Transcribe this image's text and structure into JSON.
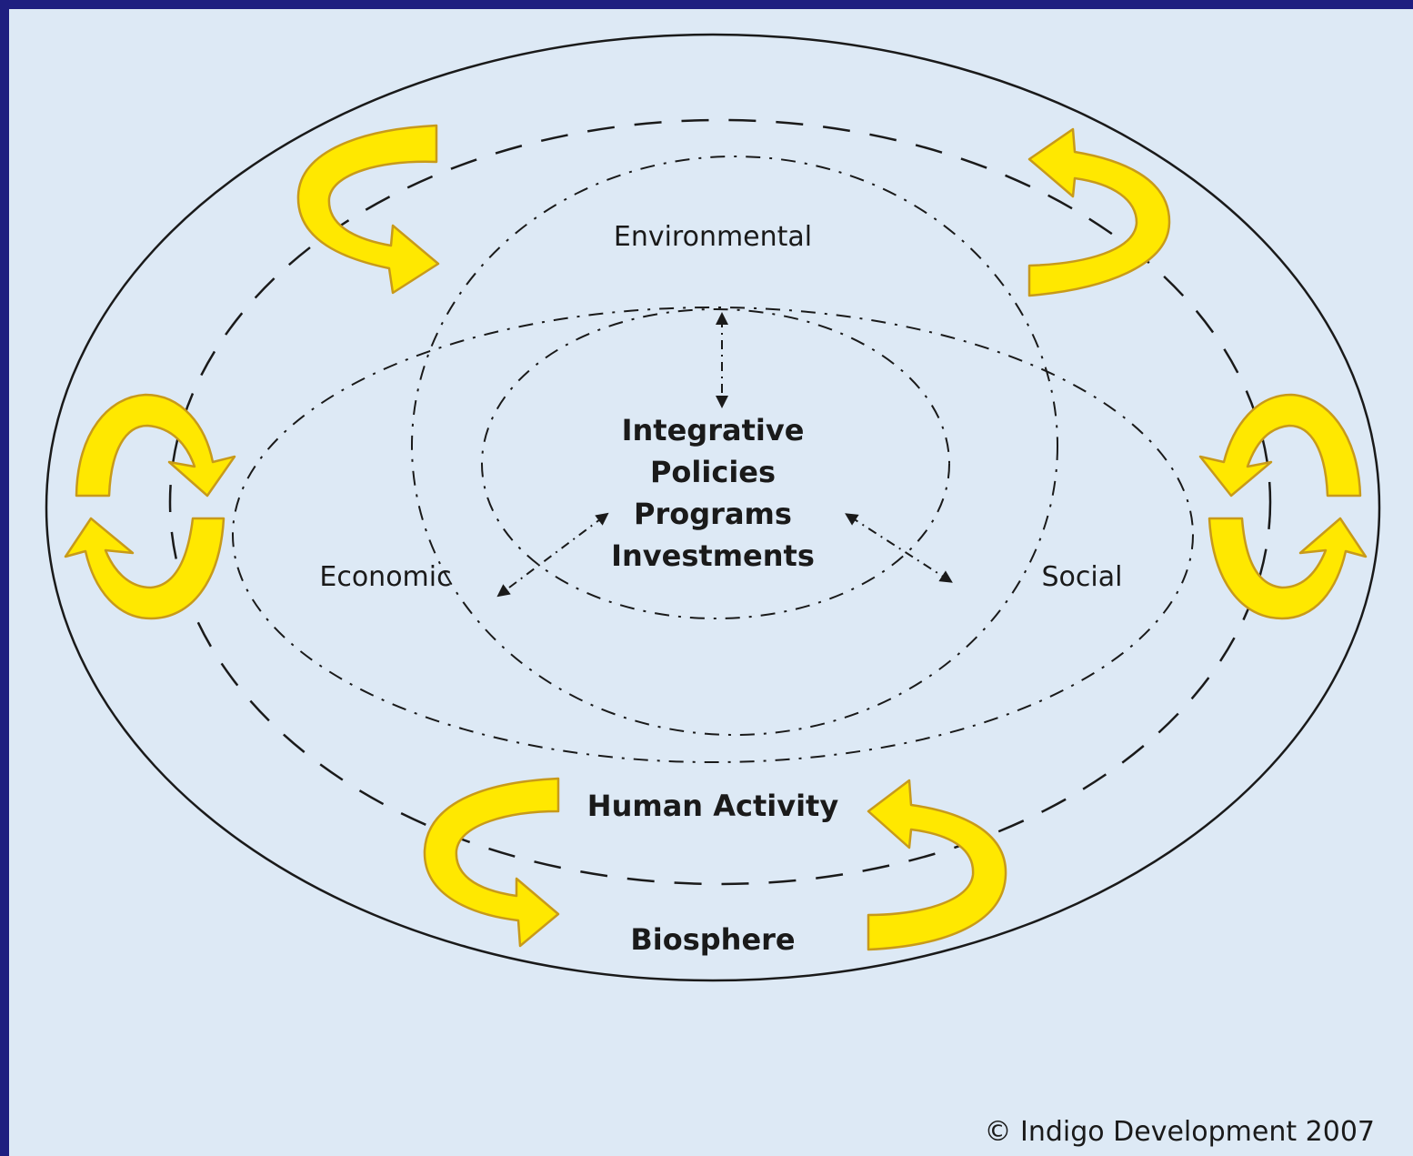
{
  "diagram": {
    "labels": {
      "environmental": "Environmental",
      "economic": "Economic",
      "social": "Social",
      "center": [
        "Integrative",
        "Policies",
        "Programs",
        "Investments"
      ],
      "human_activity": "Human Activity",
      "biosphere": "Biosphere"
    },
    "copyright": "© Indigo Development 2007",
    "colors": {
      "frame": "#1e1e80",
      "background": "#dde9f5",
      "arrow_fill": "#ffe800",
      "arrow_stroke": "#c89a1a",
      "line": "#1a1a1a"
    }
  }
}
